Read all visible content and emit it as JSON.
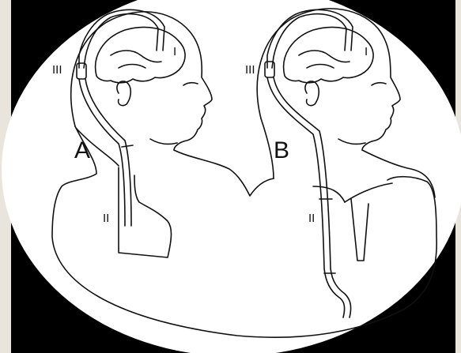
{
  "figure": {
    "background_color": "#000000",
    "frame_color": "#e9e5dc",
    "field_color": "#ffffff",
    "ink_color": "#111111"
  },
  "panels": {
    "a": {
      "label": "A",
      "catheter_labels": {
        "proximal": "I",
        "distal": "II",
        "valve": "III"
      }
    },
    "b": {
      "label": "B",
      "catheter_labels": {
        "proximal": "I",
        "distal": "II",
        "valve": "III"
      }
    }
  }
}
